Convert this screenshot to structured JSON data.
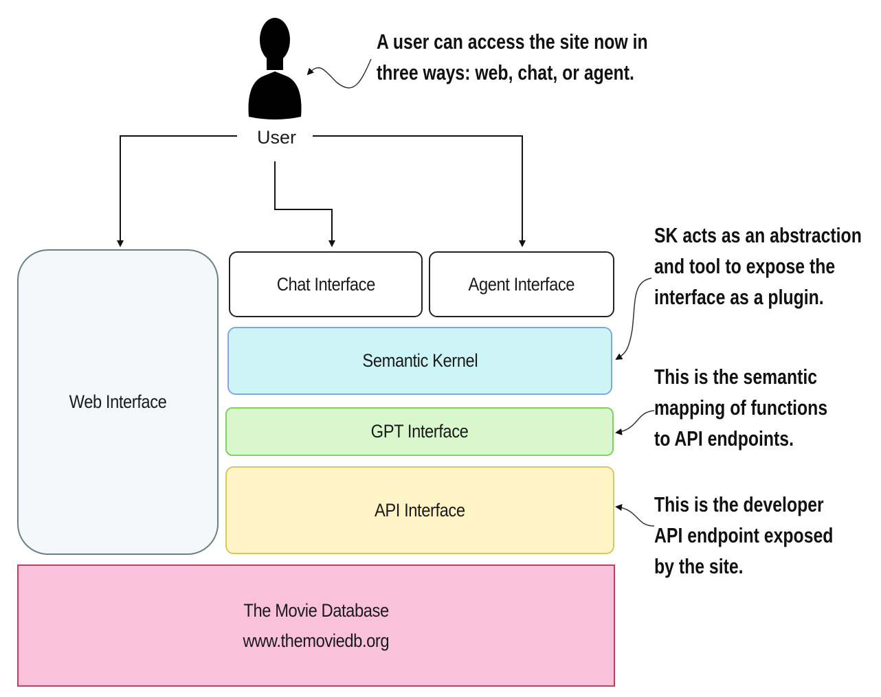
{
  "user": {
    "label": "User",
    "icon": "user-silhouette-icon"
  },
  "boxes": {
    "web": {
      "label": "Web Interface",
      "fill": "#f5f8fa",
      "border": "#6b8080"
    },
    "chat": {
      "label": "Chat Interface",
      "fill": "#ffffff",
      "border": "#222222"
    },
    "agent": {
      "label": "Agent Interface",
      "fill": "#ffffff",
      "border": "#222222"
    },
    "sk": {
      "label": "Semantic Kernel",
      "fill": "#cdf5f8",
      "border": "#7fa6e6"
    },
    "gpt": {
      "label": "GPT Interface",
      "fill": "#d9f7cc",
      "border": "#7ed35a"
    },
    "api": {
      "label": "API Interface",
      "fill": "#fff4c6",
      "border": "#d8c660"
    },
    "tmdb": {
      "line1": "The Movie Database",
      "line2": "www.themoviedb.org",
      "fill": "#f9c1dc",
      "border": "#c0405a"
    }
  },
  "annotations": {
    "user_access": [
      "A user can access the site now in",
      "three ways: web, chat, or agent."
    ],
    "sk": [
      "SK acts as an abstraction",
      "and tool to expose the",
      "interface as a plugin."
    ],
    "gpt": [
      "This is the semantic",
      "mapping of functions",
      "to API endpoints."
    ],
    "api": [
      "This is the developer",
      "API endpoint exposed",
      "by the site."
    ]
  }
}
